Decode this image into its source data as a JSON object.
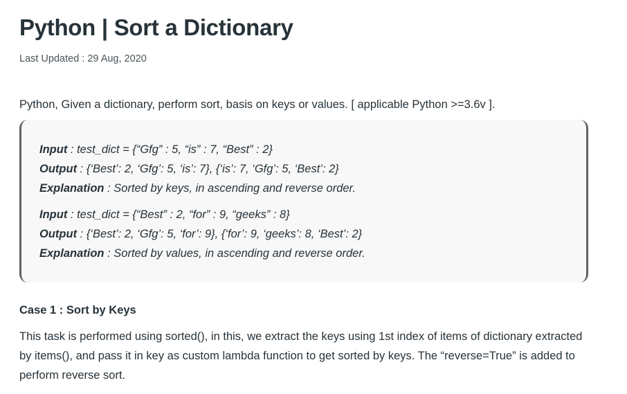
{
  "article": {
    "title": "Python | Sort a Dictionary",
    "last_updated": "Last Updated : 29 Aug, 2020",
    "intro": "Python, Given a dictionary, perform sort, basis on keys or values. [ applicable Python >=3.6v ].",
    "examples": [
      {
        "input_label": "Input",
        "input_text": " : test_dict = {“Gfg” : 5, “is” : 7, “Best” : 2}",
        "output_label": "Output",
        "output_text": " : {‘Best’: 2, ‘Gfg’: 5, ‘is’: 7}, {‘is’: 7, ‘Gfg’: 5, ‘Best’: 2}",
        "explanation_label": "Explanation",
        "explanation_text": " : Sorted by keys, in ascending and reverse order."
      },
      {
        "input_label": "Input",
        "input_text": " : test_dict = {“Best” : 2, “for” : 9, “geeks” : 8}",
        "output_label": "Output",
        "output_text": " : {‘Best’: 2, ‘Gfg’: 5, ‘for’: 9}, {‘for’: 9, ‘geeks’: 8, ‘Best’: 2}",
        "explanation_label": "Explanation",
        "explanation_text": " : Sorted by values, in ascending and reverse order."
      }
    ],
    "case1_heading": "Case 1 : Sort by Keys",
    "case1_body": "This task is performed using sorted(), in this, we extract the keys using 1st index of items of dictionary extracted by items(), and pass it in key as custom lambda function to get sorted by keys. The “reverse=True” is added to perform reverse sort."
  }
}
